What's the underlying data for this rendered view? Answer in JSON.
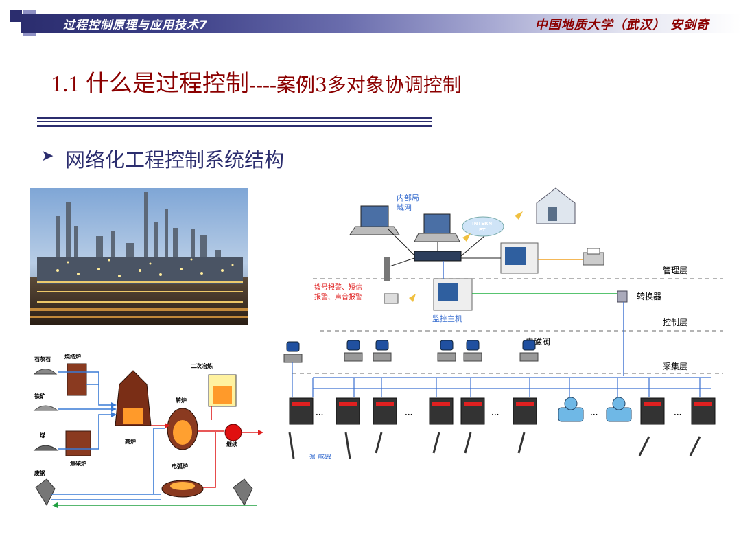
{
  "header": {
    "course_title": "过程控制原理与应用技术7",
    "author": "中国地质大学（武汉） 安剑奇"
  },
  "slide": {
    "title_num": "1.1 ",
    "title_main": "什么是过程控制",
    "title_sep": "----",
    "title_sub": "案例3多对象协调控制",
    "bullet": "网络化工程控制系统结构"
  },
  "process_diagram": {
    "labels": {
      "limestone": "石灰石",
      "sinter": "烧结炉",
      "iron_ore": "铁矿",
      "coal": "煤",
      "coke_oven": "焦碳炉",
      "blast_furnace": "高炉",
      "converter": "转炉",
      "secondary": "二次冶炼",
      "continuous": "继续",
      "electric_furnace": "电弧炉",
      "scrap": "废钢"
    }
  },
  "network_diagram": {
    "labels": {
      "lan": "内部局\n域网",
      "internet": "INTERN\nET",
      "alarm_line1": "拨号报警、短信",
      "alarm_line2": "报警、声音报警",
      "monitor_host": "监控主机",
      "management_layer": "管理层",
      "converter": "转换器",
      "control_layer": "控制层",
      "solenoid_valve": "电磁阀",
      "acquisition_layer": "采集层",
      "ellipsis": "···",
      "cut_label": "温  感器"
    }
  },
  "colors": {
    "header_dark": "#2b2d6e",
    "title_red": "#8b0000",
    "diagram_blue": "#3a7bd5",
    "diagram_red": "#e02020"
  }
}
